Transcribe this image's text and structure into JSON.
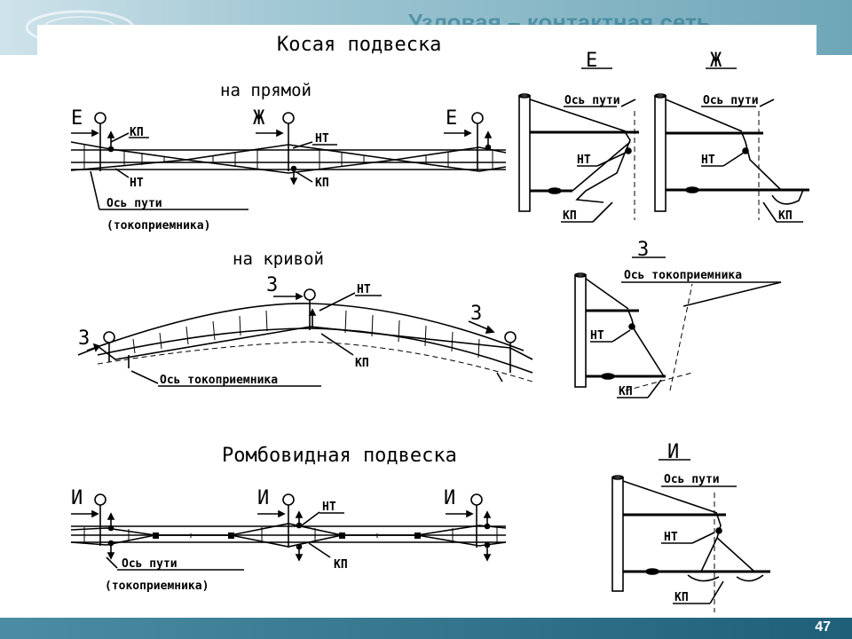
{
  "header": {
    "title": "Узловая – контактная сеть"
  },
  "page_number": "47",
  "sections": {
    "oblique_title": "Косая подвеска",
    "straight_title": "на прямой",
    "curve_title": "на кривой",
    "rhomb_title": "Ромбовидная подвеска"
  },
  "labels": {
    "kp": "КП",
    "nt": "НТ",
    "track_axis": "Ось пути",
    "pantograph_paren": "(токоприемника)",
    "pantograph_axis": "Ось токоприемника",
    "e": "Е",
    "zh": "Ж",
    "z": "З",
    "i": "И"
  },
  "colors": {
    "banner": "#6ea6b8",
    "footer": "#1f5f78",
    "ink": "#000000"
  }
}
